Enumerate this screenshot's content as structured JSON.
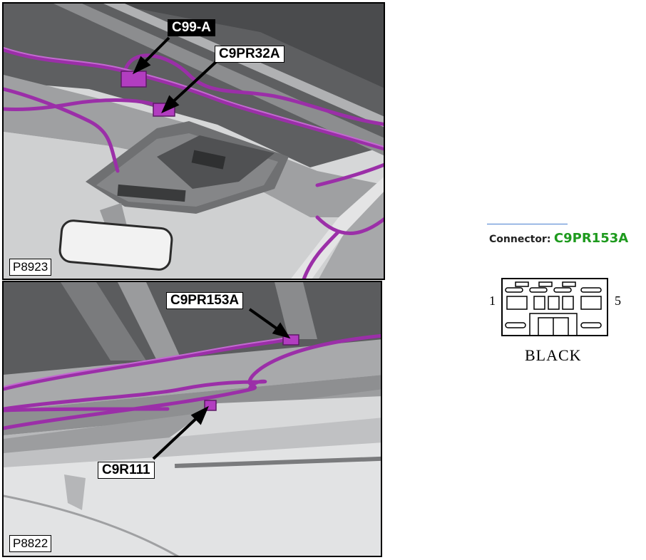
{
  "figures": [
    {
      "id": "P8923",
      "callouts": [
        {
          "label": "C99-A",
          "style": "inverse"
        },
        {
          "label": "C9PR32A",
          "style": "normal"
        }
      ]
    },
    {
      "id": "P8822",
      "callouts": [
        {
          "label": "C9PR153A",
          "style": "normal"
        },
        {
          "label": "C9R111",
          "style": "normal"
        }
      ]
    }
  ],
  "connector": {
    "prefix": "Connector:",
    "id": "C9PR153A",
    "id_color": "#1e9a1e",
    "pin_first": "1",
    "pin_last": "5",
    "color": "BLACK"
  },
  "colors": {
    "harness": "#9b2fa8",
    "harness_light": "#c26ad0",
    "metal": "#c4c5c7",
    "metal_dark": "#6d6e70",
    "bg": "#d9dadb"
  }
}
